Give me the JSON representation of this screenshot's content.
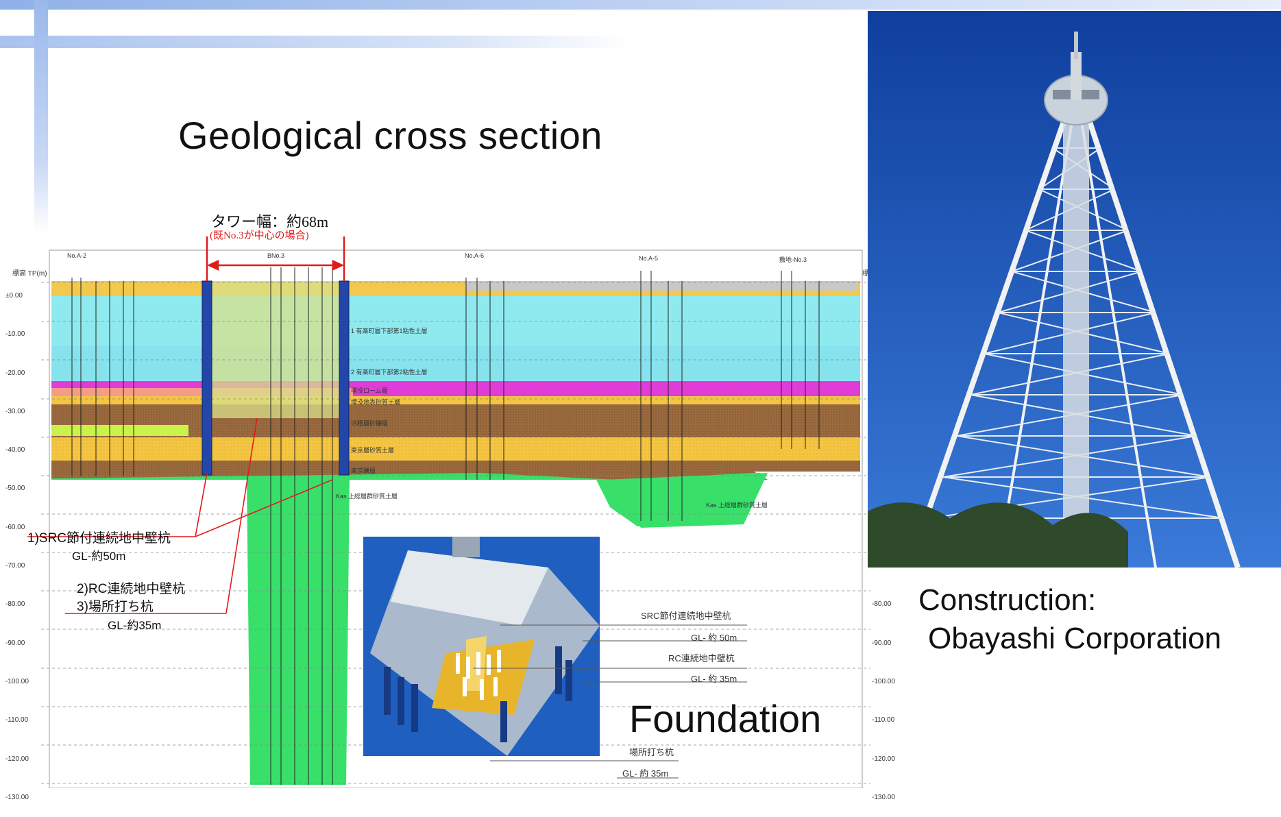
{
  "title": "Geological cross section",
  "tower_width": {
    "label": "タワー幅：約68m",
    "note": "(既No.3が中心の場合)"
  },
  "elevation_axis_label": "標高 TP(m)",
  "elevation_ticks": [
    "±0.00",
    "-10.00",
    "-20.00",
    "-30.00",
    "-40.00",
    "-50.00",
    "-60.00",
    "-70.00",
    "-80.00",
    "-90.00",
    "-100.00",
    "-110.00",
    "-120.00",
    "-130.00"
  ],
  "boreholes": [
    "No.A-2",
    "BNo.3",
    "No.A-6",
    "No.A-5",
    "敷地-No.3"
  ],
  "layer_labels": [
    "1 有楽町層下部第1粘性土層",
    "2 有楽町層下部第2粘性土層",
    "埋没ローム層",
    "埋没地表砂質土層",
    "洪積層砂礫層",
    "東京層砂質土層",
    "東京礫層",
    "Kas 上総層群砂質土層",
    "Kas 上総層群砂質土層"
  ],
  "piles": [
    {
      "name": "1)SRC節付連続地中壁杭",
      "depth": "GL-約50m"
    },
    {
      "name": "2)RC連続地中壁杭",
      "depth": ""
    },
    {
      "name": "3)場所打ち杭",
      "depth": "GL-約35m"
    }
  ],
  "foundation": {
    "label": "Foundation",
    "notes": [
      {
        "name": "SRC節付連続地中壁杭",
        "depth": "GL- 約 50m"
      },
      {
        "name": "RC連続地中壁杭",
        "depth": "GL- 約 35m"
      },
      {
        "name": "場所打ち杭",
        "depth": "GL- 約 35m"
      }
    ]
  },
  "caption": {
    "line1": "Construction:",
    "line2": "Obayashi Corporation"
  },
  "colors": {
    "fill_top": "#f2c94c",
    "clay_cyan": "#8feaf0",
    "magenta": "#e03cd8",
    "salmon": "#f59b8a",
    "brown": "#9a6a3e",
    "green_base": "#38e06a",
    "pile_blue": "#2347a8",
    "red_leader": "#e01b1b",
    "sky": "#1f5fc0"
  }
}
